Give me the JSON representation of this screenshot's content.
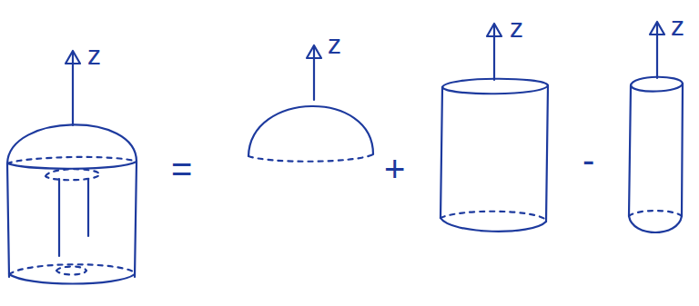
{
  "diagram": {
    "labels": [
      "z",
      "z",
      "z",
      "z",
      "=",
      "+",
      "-"
    ]
  }
}
